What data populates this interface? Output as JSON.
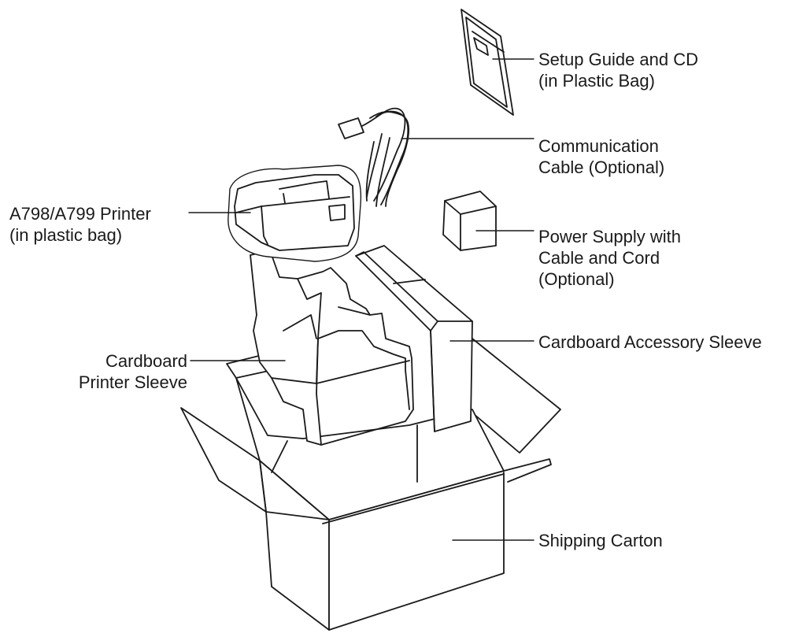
{
  "labels": {
    "setup_guide": {
      "line1": "Setup Guide and CD",
      "line2": "(in Plastic Bag)"
    },
    "comm_cable": {
      "line1": "Communication",
      "line2": "Cable (Optional)"
    },
    "printer": {
      "line1": "A798/A799 Printer",
      "line2": "(in plastic bag)"
    },
    "power_supply": {
      "line1": "Power Supply with",
      "line2": "Cable and Cord",
      "line3": "(Optional)"
    },
    "accessory_sleeve": {
      "line1": "Cardboard Accessory Sleeve"
    },
    "printer_sleeve": {
      "line1": "Cardboard",
      "line2": "Printer Sleeve"
    },
    "shipping_carton": {
      "line1": "Shipping Carton"
    }
  },
  "colors": {
    "ink": "#1a1a1a",
    "background": "#ffffff"
  }
}
